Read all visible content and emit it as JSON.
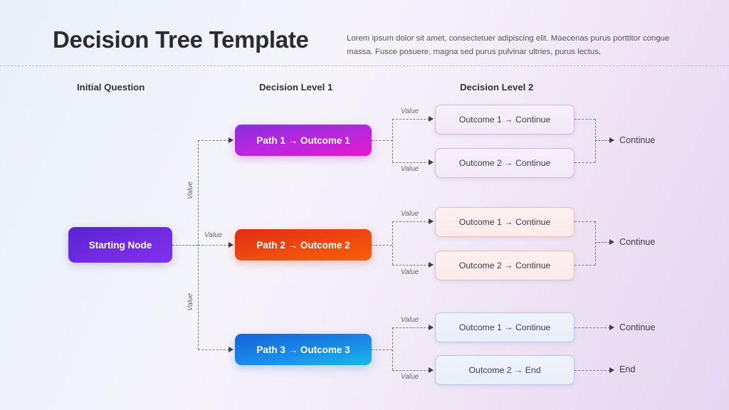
{
  "header": {
    "title": "Decision Tree Template",
    "subtitle": "Lorem ipsum dolor sit amet, consectetuer adipiscing elit. Maecenas purus porttitor congue massa. Fusce posuere, magna sed purus pulvinar ultries, purus lectus."
  },
  "columns": [
    {
      "label": "Initial Question"
    },
    {
      "label": "Decision Level 1"
    },
    {
      "label": "Decision Level 2"
    }
  ],
  "start_node": {
    "label": "Starting Node"
  },
  "branch_labels": {
    "top": "Value",
    "middle": "Value",
    "bottom": "Value"
  },
  "branches": [
    {
      "path_label": "Path 1 → Outcome 1",
      "edge_label_top": "Value",
      "edge_label_bottom": "Value",
      "outcomes": [
        {
          "label": "Outcome 1 → Continue"
        },
        {
          "label": "Outcome 2 → Continue"
        }
      ],
      "terminal": "Continue"
    },
    {
      "path_label": "Path 2 → Outcome 2",
      "edge_label_top": "Value",
      "edge_label_bottom": "Value",
      "outcomes": [
        {
          "label": "Outcome 1 → Continue"
        },
        {
          "label": "Outcome 2 → Continue"
        }
      ],
      "terminal": "Continue"
    },
    {
      "path_label": "Path 3 → Outcome 3",
      "edge_label_top": "Value",
      "edge_label_bottom": "Value",
      "outcomes": [
        {
          "label": "Outcome 1 → Continue"
        },
        {
          "label": "Outcome 2 → End"
        }
      ],
      "terminal_top": "Continue",
      "terminal_bottom": "End"
    }
  ],
  "colors": {
    "start_node": "#6d2ade",
    "path_1": "#bb27db",
    "path_2": "#ef4a10",
    "path_3": "#1b8ae6",
    "connector": "#5d5a68",
    "title": "#2b2b31"
  }
}
